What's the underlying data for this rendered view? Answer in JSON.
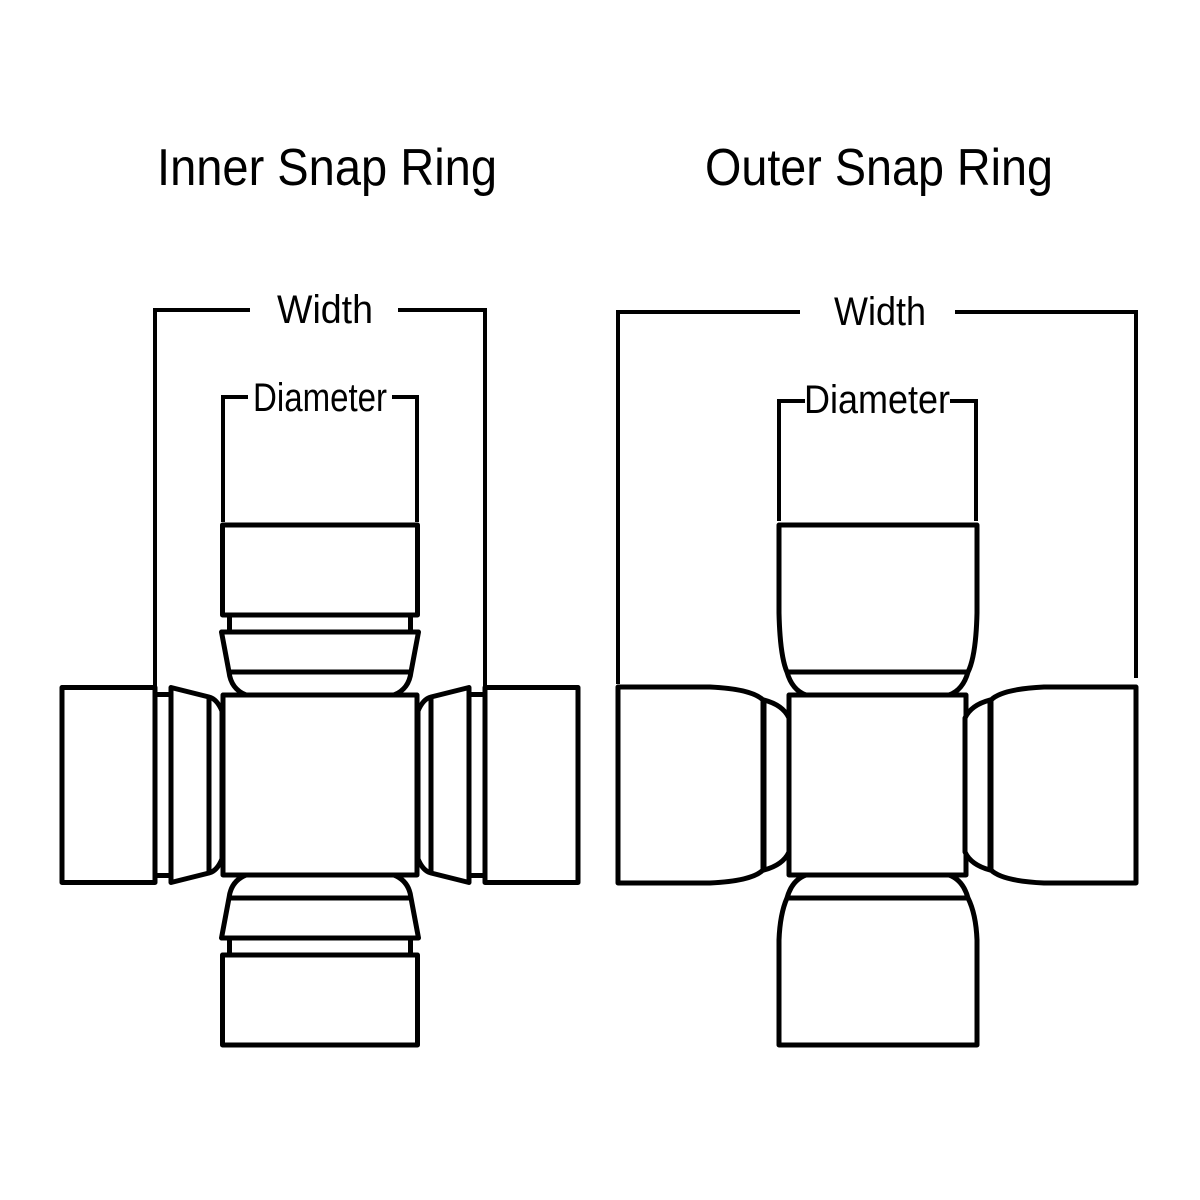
{
  "page": {
    "background": "#ffffff",
    "line_color": "#000000"
  },
  "diagrams": [
    {
      "title": "Inner Snap Ring",
      "width_label": "Width",
      "diameter_label": "Diameter"
    },
    {
      "title": "Outer Snap Ring",
      "width_label": "Width",
      "diameter_label": "Diameter"
    }
  ]
}
